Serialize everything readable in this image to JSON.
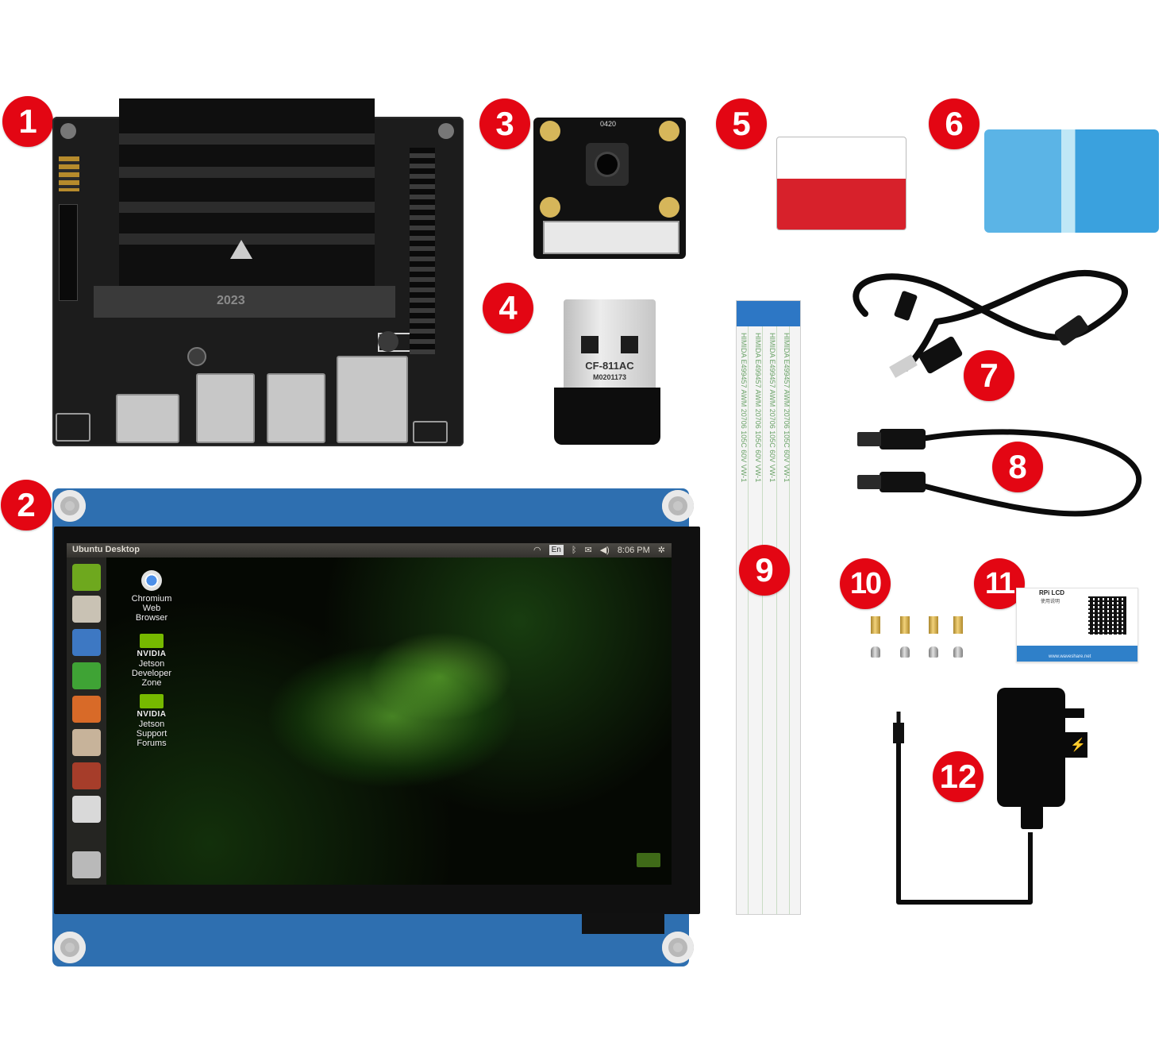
{
  "image": {
    "kind": "product-kit-photo",
    "background_color": "#ffffff",
    "badge_color": "#e30613"
  },
  "badges": [
    "1",
    "2",
    "3",
    "4",
    "5",
    "6",
    "7",
    "8",
    "9",
    "10",
    "11",
    "12"
  ],
  "items": {
    "board": {
      "print_1": "2023"
    },
    "camera": {
      "print": "0420"
    },
    "wifi_dongle": {
      "model": "CF-811AC",
      "serial": "M0201173"
    },
    "lcd": {
      "topbar_title": "Ubuntu Desktop",
      "topbar_lang": "En",
      "topbar_time": "8:06 PM",
      "desktop_icons": [
        {
          "label_1": "Chromium",
          "label_2": "Web",
          "label_3": "Browser"
        },
        {
          "brand": "NVIDIA",
          "label_1": "Jetson",
          "label_2": "Developer",
          "label_3": "Zone"
        },
        {
          "brand": "NVIDIA",
          "label_1": "Jetson",
          "label_2": "Support",
          "label_3": "Forums"
        }
      ]
    },
    "fpc_cable": {
      "print": "HIMIDA E499457 AWM 20706 105C 60V VW-1"
    },
    "manual_card": {
      "title": "RPi LCD",
      "subtitle": "使用说明",
      "footer": "www.waveshare.net"
    }
  }
}
